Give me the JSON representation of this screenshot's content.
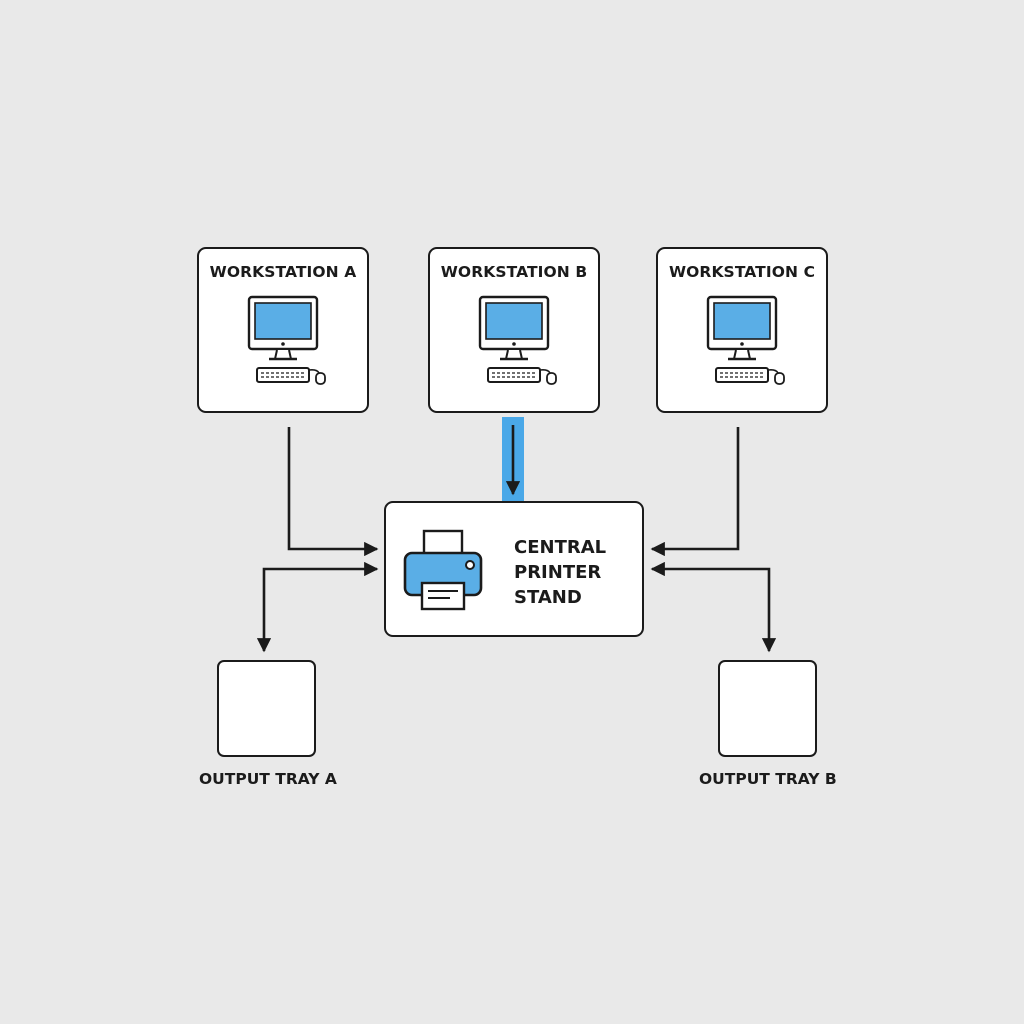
{
  "workstations": [
    {
      "label": "WORKSTATION A"
    },
    {
      "label": "WORKSTATION B"
    },
    {
      "label": "WORKSTATION C"
    }
  ],
  "printer": {
    "line1": "CENTRAL",
    "line2": "PRINTER",
    "line3": "STAND"
  },
  "trays": [
    {
      "label": "OUTPUT TRAY A"
    },
    {
      "label": "OUTPUT TRAY B"
    }
  ],
  "colors": {
    "background": "#e9e9e9",
    "stroke": "#1b1b1b",
    "screen": "#5aaee6",
    "highlight_link": "#4aa8e8"
  },
  "icons": {
    "workstation": "desktop-computer-icon",
    "printer": "printer-icon"
  },
  "connections": [
    {
      "from": "WORKSTATION A",
      "to": "CENTRAL PRINTER STAND"
    },
    {
      "from": "WORKSTATION B",
      "to": "CENTRAL PRINTER STAND",
      "highlighted": true
    },
    {
      "from": "WORKSTATION C",
      "to": "CENTRAL PRINTER STAND"
    },
    {
      "from": "CENTRAL PRINTER STAND",
      "to": "OUTPUT TRAY A"
    },
    {
      "from": "CENTRAL PRINTER STAND",
      "to": "OUTPUT TRAY B"
    }
  ]
}
